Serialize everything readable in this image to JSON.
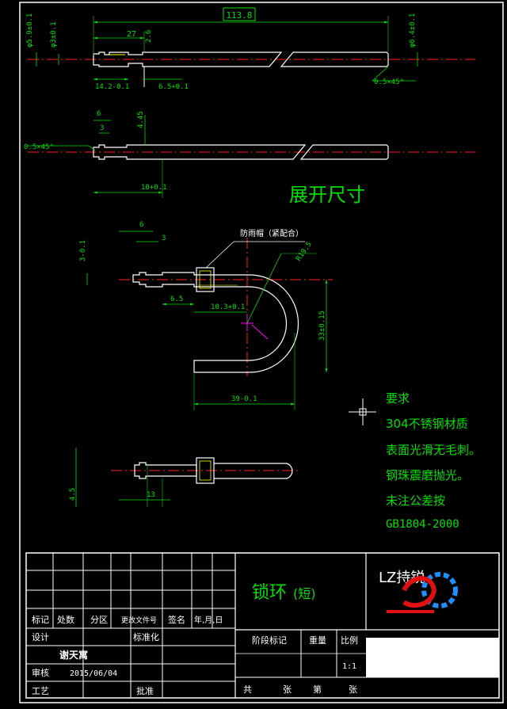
{
  "dims": {
    "top_len": "113.8",
    "top_27": "27",
    "top_26": "2.6",
    "top_d59": "φ5.9±0.1",
    "top_d3": "φ3±0.1",
    "top_d6": "φ6.4±0.1",
    "top_142": "14.2-0.1",
    "top_65": "6.5+0.1",
    "top_chamfer": "0.5×45°",
    "mid_6": "6",
    "mid_3": "3",
    "mid_445": "4.45",
    "mid_chamfer": "0.5×45°",
    "mid_10": "10+0.1",
    "bend_6": "6",
    "bend_3": "3",
    "bend_3v": "3-0.1",
    "bend_65": "6.5",
    "bend_103": "10.3+0.1",
    "bend_r": "R19.5",
    "bend_33": "33±0.15",
    "bend_39": "39-0.1",
    "bot_45": "4.5",
    "bot_13": "13"
  },
  "labels": {
    "unfold": "展开尺寸",
    "cap": "防雨帽（紧配合）"
  },
  "requirements": {
    "title": "要求",
    "l1": "304不锈钢材质",
    "l2": "表面光滑无毛刺。",
    "l3": "钢珠震磨抛光。",
    "l4": "未注公差按",
    "l5": "GB1804-2000"
  },
  "titleblock": {
    "part_name": "锁环",
    "part_note": "(短)",
    "company": "LZ持锐",
    "h_mark": "标记",
    "h_qty": "处数",
    "h_zone": "分区",
    "h_doc": "更改文件号",
    "h_sign": "签名",
    "h_date": "年,月,日",
    "design": "设计",
    "standard": "标准化",
    "designer": "谢天寓",
    "review": "审核",
    "date": "2015/06/04",
    "craft": "工艺",
    "approve": "批准",
    "stage": "阶段标记",
    "weight": "重量",
    "scale": "比例",
    "scale_val": "1:1",
    "total": "共",
    "sheets": "张",
    "no": "第",
    "sheet": "张"
  },
  "colors": {
    "line": "#ffffff",
    "dim": "#00e000",
    "center": "#ff2020",
    "magenta": "#ff00ff",
    "yellow": "#ffff00",
    "logo_blue": "#1e90ff",
    "logo_red": "#e01010"
  }
}
